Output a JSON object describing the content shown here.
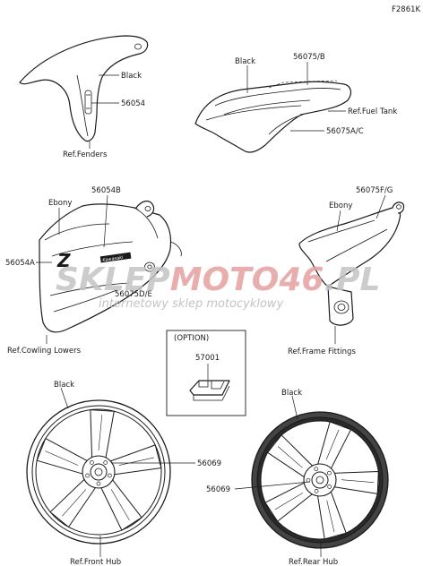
{
  "figure_code": "F2861K",
  "fender": {
    "black": "Black",
    "part": "56054",
    "ref": "Ref.Fenders"
  },
  "tank": {
    "black": "Black",
    "top_part": "56075/B",
    "ref": "Ref.Fuel Tank",
    "bottom_part": "56075A/C"
  },
  "cowling": {
    "ebony": "Ebony",
    "top_part": "56054B",
    "left_part": "56054A",
    "mid_part": "56075D/E",
    "ref": "Ref.Cowling Lowers",
    "z_logo": "Z",
    "brand": "Kawasaki"
  },
  "frame": {
    "part": "56075F/G",
    "ebony": "Ebony",
    "ref": "Ref.Frame Fittings"
  },
  "option": {
    "title": "(OPTION)",
    "part": "57001"
  },
  "front_wheel": {
    "black": "Black",
    "part": "56069",
    "ref": "Ref.Front Hub"
  },
  "rear_wheel": {
    "black": "Black",
    "part": "56069",
    "ref": "Ref.Rear Hub"
  },
  "watermark": {
    "part1": "SKLEP",
    "part2": "MOTO",
    "part3": "46",
    "part4": ".PL",
    "subtitle": "internetowy sklep motocyklowy"
  },
  "colors": {
    "ink": "#1a1a1a",
    "watermark_gray": "#c4c4c4",
    "watermark_red": "#e5a1a1"
  }
}
